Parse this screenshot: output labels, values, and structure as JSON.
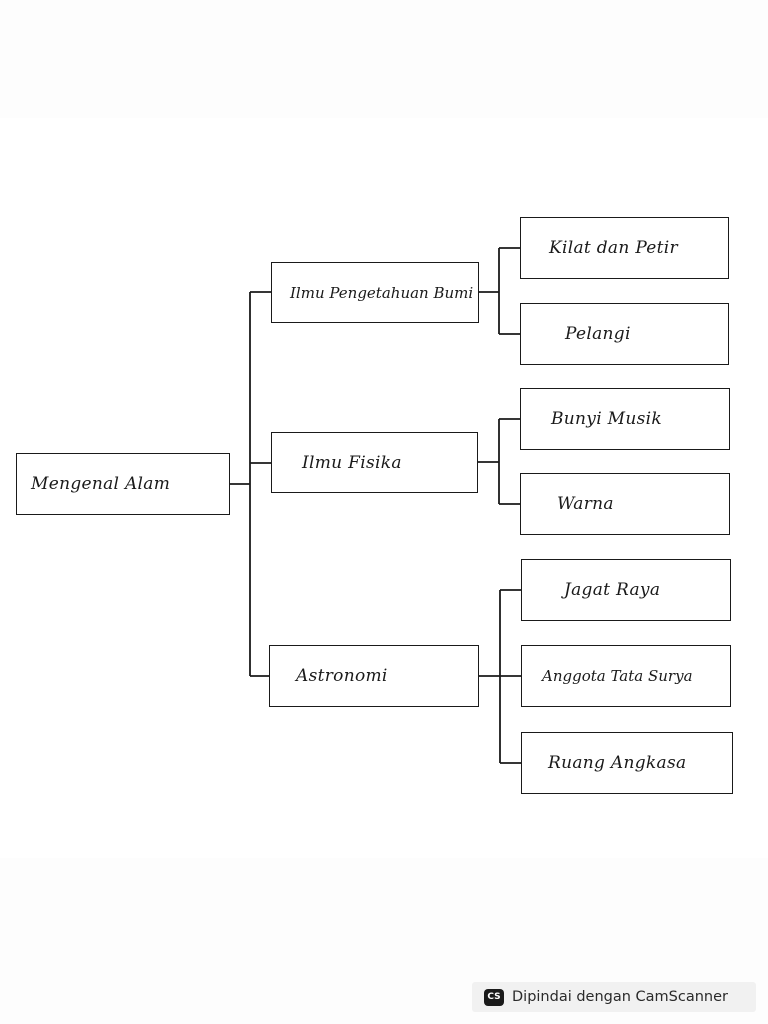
{
  "root": {
    "label": "Mengenal Alam"
  },
  "branches": [
    {
      "label": "Ilmu Pengetahuan Bumi",
      "children": [
        "Kilat dan Petir",
        "Pelangi"
      ]
    },
    {
      "label": "Ilmu Fisika",
      "children": [
        "Bunyi Musik",
        "Warna"
      ]
    },
    {
      "label": "Astronomi",
      "children": [
        "Jagat Raya",
        "Anggota Tata Surya",
        "Ruang Angkasa"
      ]
    }
  ],
  "watermark": {
    "logo": "CS",
    "text": "Dipindai dengan CamScanner"
  }
}
